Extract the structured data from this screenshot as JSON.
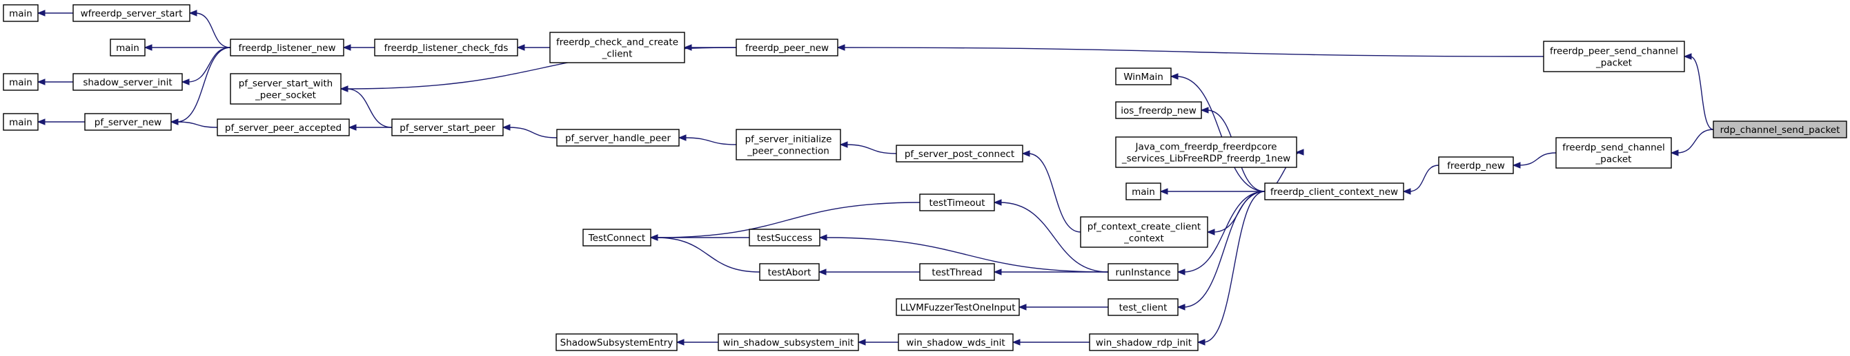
{
  "colors": {
    "edge": "#191970",
    "node_border": "#000000",
    "root_fill": "#bfbfbf",
    "background": "#ffffff"
  },
  "nodes": [
    {
      "id": "main1",
      "lines": [
        "main"
      ]
    },
    {
      "id": "wfreerdp_server_start",
      "lines": [
        "wfreerdp_server_start"
      ]
    },
    {
      "id": "main2",
      "lines": [
        "main"
      ]
    },
    {
      "id": "main3",
      "lines": [
        "main"
      ]
    },
    {
      "id": "shadow_server_init",
      "lines": [
        "shadow_server_init"
      ]
    },
    {
      "id": "main4",
      "lines": [
        "main"
      ]
    },
    {
      "id": "pf_server_new",
      "lines": [
        "pf_server_new"
      ]
    },
    {
      "id": "freerdp_listener_new",
      "lines": [
        "freerdp_listener_new"
      ]
    },
    {
      "id": "pf_server_start_with_peer_socket",
      "lines": [
        "pf_server_start_with",
        "_peer_socket"
      ]
    },
    {
      "id": "pf_server_peer_accepted",
      "lines": [
        "pf_server_peer_accepted"
      ]
    },
    {
      "id": "freerdp_listener_check_fds",
      "lines": [
        "freerdp_listener_check_fds"
      ]
    },
    {
      "id": "pf_server_start_peer",
      "lines": [
        "pf_server_start_peer"
      ]
    },
    {
      "id": "freerdp_check_and_create_client",
      "lines": [
        "freerdp_check_and_create",
        "_client"
      ]
    },
    {
      "id": "pf_server_handle_peer",
      "lines": [
        "pf_server_handle_peer"
      ]
    },
    {
      "id": "freerdp_peer_new",
      "lines": [
        "freerdp_peer_new"
      ]
    },
    {
      "id": "pf_server_initialize_peer_connection",
      "lines": [
        "pf_server_initialize",
        "_peer_connection"
      ]
    },
    {
      "id": "pf_server_post_connect",
      "lines": [
        "pf_server_post_connect"
      ]
    },
    {
      "id": "TestConnect",
      "lines": [
        "TestConnect"
      ]
    },
    {
      "id": "testTimeout",
      "lines": [
        "testTimeout"
      ]
    },
    {
      "id": "testSuccess",
      "lines": [
        "testSuccess"
      ]
    },
    {
      "id": "testAbort",
      "lines": [
        "testAbort"
      ]
    },
    {
      "id": "testThread",
      "lines": [
        "testThread"
      ]
    },
    {
      "id": "LLVMFuzzerTestOneInput",
      "lines": [
        "LLVMFuzzerTestOneInput"
      ]
    },
    {
      "id": "ShadowSubsystemEntry",
      "lines": [
        "ShadowSubsystemEntry"
      ]
    },
    {
      "id": "win_shadow_subsystem_init",
      "lines": [
        "win_shadow_subsystem_init"
      ]
    },
    {
      "id": "win_shadow_wds_init",
      "lines": [
        "win_shadow_wds_init"
      ]
    },
    {
      "id": "WinMain",
      "lines": [
        "WinMain"
      ]
    },
    {
      "id": "ios_freerdp_new",
      "lines": [
        "ios_freerdp_new"
      ]
    },
    {
      "id": "Java_com_freerdp",
      "lines": [
        "Java_com_freerdp_freerdpcore",
        "_services_LibFreeRDP_freerdp_1new"
      ]
    },
    {
      "id": "main5",
      "lines": [
        "main"
      ]
    },
    {
      "id": "pf_context_create_client_context",
      "lines": [
        "pf_context_create_client",
        "_context"
      ]
    },
    {
      "id": "runInstance",
      "lines": [
        "runInstance"
      ]
    },
    {
      "id": "test_client",
      "lines": [
        "test_client"
      ]
    },
    {
      "id": "win_shadow_rdp_init",
      "lines": [
        "win_shadow_rdp_init"
      ]
    },
    {
      "id": "freerdp_client_context_new",
      "lines": [
        "freerdp_client_context_new"
      ]
    },
    {
      "id": "freerdp_new",
      "lines": [
        "freerdp_new"
      ]
    },
    {
      "id": "freerdp_peer_send_channel_packet",
      "lines": [
        "freerdp_peer_send_channel",
        "_packet"
      ]
    },
    {
      "id": "freerdp_send_channel_packet",
      "lines": [
        "freerdp_send_channel",
        "_packet"
      ]
    },
    {
      "id": "rdp_channel_send_packet",
      "lines": [
        "rdp_channel_send_packet"
      ],
      "root": true
    }
  ],
  "edges": [
    [
      "main1",
      "wfreerdp_server_start"
    ],
    [
      "wfreerdp_server_start",
      "freerdp_listener_new"
    ],
    [
      "main2",
      "freerdp_listener_new"
    ],
    [
      "main3",
      "shadow_server_init"
    ],
    [
      "shadow_server_init",
      "freerdp_listener_new"
    ],
    [
      "main4",
      "pf_server_new"
    ],
    [
      "pf_server_new",
      "freerdp_listener_new"
    ],
    [
      "pf_server_new",
      "pf_server_peer_accepted"
    ],
    [
      "freerdp_listener_new",
      "freerdp_listener_check_fds"
    ],
    [
      "freerdp_listener_check_fds",
      "freerdp_check_and_create_client"
    ],
    [
      "freerdp_check_and_create_client",
      "freerdp_peer_new"
    ],
    [
      "pf_server_start_with_peer_socket",
      "freerdp_peer_new"
    ],
    [
      "pf_server_start_with_peer_socket",
      "pf_server_start_peer"
    ],
    [
      "pf_server_peer_accepted",
      "pf_server_start_peer"
    ],
    [
      "pf_server_start_peer",
      "pf_server_handle_peer"
    ],
    [
      "pf_server_handle_peer",
      "pf_server_initialize_peer_connection"
    ],
    [
      "pf_server_initialize_peer_connection",
      "pf_server_post_connect"
    ],
    [
      "pf_server_post_connect",
      "pf_context_create_client_context"
    ],
    [
      "freerdp_peer_new",
      "freerdp_peer_send_channel_packet"
    ],
    [
      "TestConnect",
      "testTimeout"
    ],
    [
      "TestConnect",
      "testSuccess"
    ],
    [
      "TestConnect",
      "testAbort"
    ],
    [
      "testAbort",
      "testThread"
    ],
    [
      "testTimeout",
      "runInstance"
    ],
    [
      "testSuccess",
      "runInstance"
    ],
    [
      "testThread",
      "runInstance"
    ],
    [
      "LLVMFuzzerTestOneInput",
      "test_client"
    ],
    [
      "ShadowSubsystemEntry",
      "win_shadow_subsystem_init"
    ],
    [
      "win_shadow_subsystem_init",
      "win_shadow_wds_init"
    ],
    [
      "win_shadow_wds_init",
      "win_shadow_rdp_init"
    ],
    [
      "WinMain",
      "freerdp_client_context_new"
    ],
    [
      "ios_freerdp_new",
      "freerdp_client_context_new"
    ],
    [
      "Java_com_freerdp",
      "freerdp_client_context_new"
    ],
    [
      "main5",
      "freerdp_client_context_new"
    ],
    [
      "pf_context_create_client_context",
      "freerdp_client_context_new"
    ],
    [
      "runInstance",
      "freerdp_client_context_new"
    ],
    [
      "test_client",
      "freerdp_client_context_new"
    ],
    [
      "win_shadow_rdp_init",
      "freerdp_client_context_new"
    ],
    [
      "freerdp_client_context_new",
      "freerdp_new"
    ],
    [
      "freerdp_new",
      "freerdp_send_channel_packet"
    ],
    [
      "freerdp_peer_send_channel_packet",
      "rdp_channel_send_packet"
    ],
    [
      "freerdp_send_channel_packet",
      "rdp_channel_send_packet"
    ]
  ]
}
